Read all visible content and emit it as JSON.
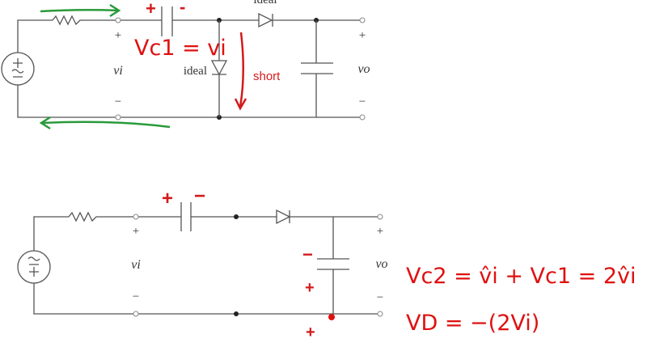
{
  "top_circuit": {
    "diode_series_label": "ideal",
    "diode_shunt_label": "ideal",
    "input_label": "vi",
    "output_label": "vo",
    "plus": "+",
    "minus": "−",
    "annotation_cap_plus": "+",
    "annotation_cap_minus": "-",
    "annotation_vc1": "Vc1 = vi",
    "annotation_short": "short"
  },
  "bottom_circuit": {
    "input_label": "vi",
    "output_label": "vo",
    "plus": "+",
    "minus": "−",
    "annotation_cap1_plus": "+",
    "annotation_cap1_minus": "−",
    "annotation_cap2_minus": "−",
    "annotation_cap2_plus": "+",
    "annotation_node_plus": "+"
  },
  "equations": {
    "line1": "Vc2 = v̂i + Vc1 = 2v̂i",
    "line2": "VD = −(2Vi)"
  },
  "colors": {
    "wire": "#555555",
    "annotation_red": "#e01010",
    "annotation_green": "#2a9a3a"
  }
}
